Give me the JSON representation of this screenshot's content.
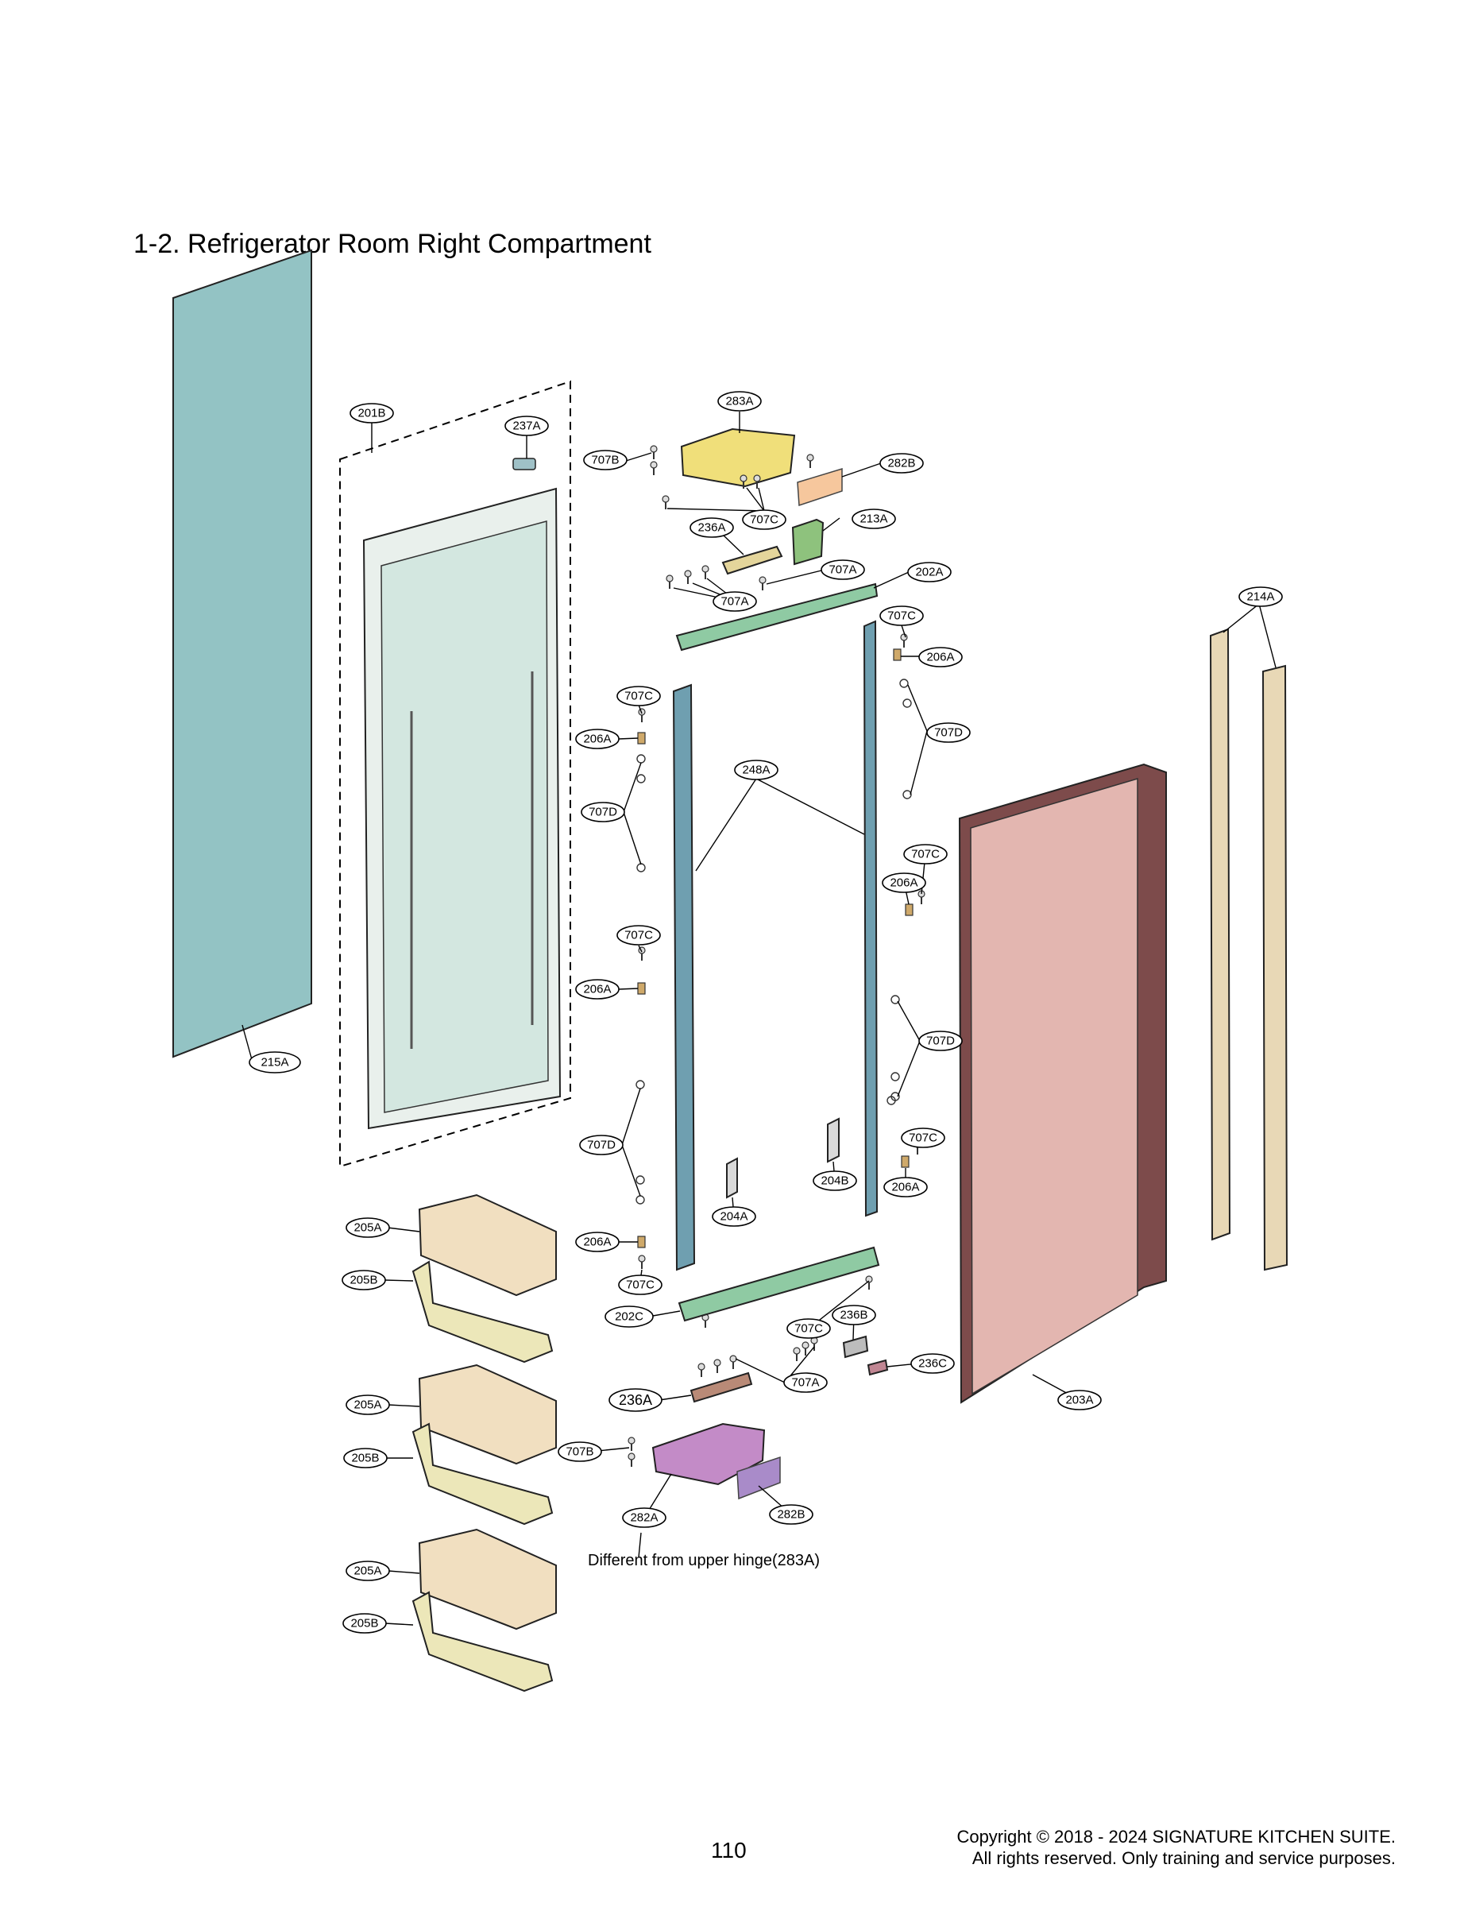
{
  "page": {
    "title": "1-2. Refrigerator Room Right Compartment",
    "page_number": "110",
    "copyright_line1": "Copyright © 2018 - 2024 SIGNATURE KITCHEN SUITE.",
    "copyright_line2": "All rights reserved. Only training and service purposes."
  },
  "note": "Different from upper hinge(283A)",
  "callouts": {
    "c201B": "201B",
    "c237A": "237A",
    "c283A": "283A",
    "c707B_top": "707B",
    "c282B_top": "282B",
    "c236A_top": "236A",
    "c707C_top": "707C",
    "c213A": "213A",
    "c707A_top_r": "707A",
    "c202A": "202A",
    "c707A_top_l": "707A",
    "c214A": "214A",
    "c707C_r1": "707C",
    "c206A_r1": "206A",
    "c707D_r1": "707D",
    "c707C_l1": "707C",
    "c206A_l1": "206A",
    "c248A": "248A",
    "c707D_l1": "707D",
    "c707C_r2": "707C",
    "c206A_r2": "206A",
    "c707C_l2": "707C",
    "c206A_l2": "206A",
    "c707D_r2": "707D",
    "c215A": "215A",
    "c707D_l2": "707D",
    "c707C_r3": "707C",
    "c204B": "204B",
    "c206A_r3": "206A",
    "c204A": "204A",
    "c205A_1": "205A",
    "c206A_l3": "206A",
    "c707C_l3": "707C",
    "c205B_1": "205B",
    "c202C": "202C",
    "c707C_bot": "707C",
    "c236B": "236B",
    "c236C": "236C",
    "c707A_bot": "707A",
    "c203A": "203A",
    "c205A_2": "205A",
    "c236A_bot": "236A",
    "c707B_bot": "707B",
    "c205B_2": "205B",
    "c282A": "282A",
    "c282B_bot": "282B",
    "c205A_3": "205A",
    "c205B_3": "205B"
  },
  "colors": {
    "glass_panel": "#93c3c4",
    "door_liner": "#d3e7e0",
    "door_frame": "#e9f0ec",
    "vertical_rail": "#6f9fb0",
    "horizontal_bracket": "#8fcaa3",
    "door_panel": "#e3b6b0",
    "door_trim": "#7d4b4b",
    "gasket_strip": "#e8d8b6",
    "bin": "#f1dfc0",
    "bin_bracket": "#ece7b9",
    "upper_hinge": "#f0df7a",
    "lower_hinge": "#c38bc7",
    "cover_orange": "#f6c79d",
    "cover_purple": "#a98bc9",
    "green_block": "#8ec27d",
    "clip_tan": "#cfa96a",
    "hinge_plate_brown": "#b98a77"
  }
}
